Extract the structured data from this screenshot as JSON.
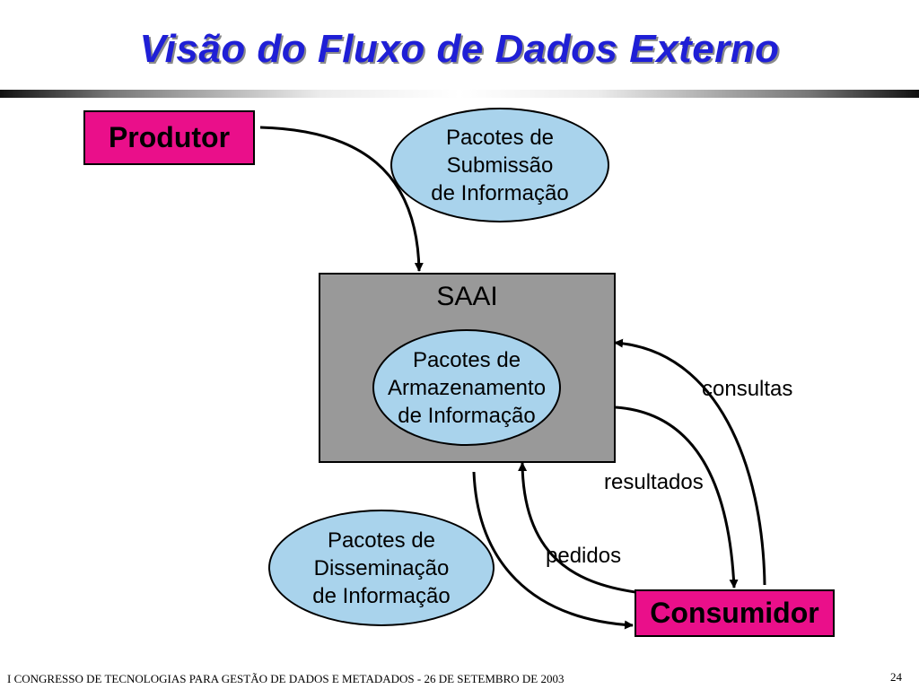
{
  "slide": {
    "title": "Visão do Fluxo de Dados Externo",
    "footer": "I CONGRESSO DE TECNOLOGIAS PARA GESTÃO DE DADOS E METADADOS - 26 DE SETEMBRO DE 2003",
    "page_number": "24"
  },
  "diagram": {
    "producer": "Produtor",
    "consumer": "Consumidor",
    "system": "SAAI",
    "submission_packages": [
      "Pacotes de",
      "Submissão",
      "de Informação"
    ],
    "storage_packages": [
      "Pacotes de",
      "Armazenamento",
      "de Informação"
    ],
    "dissemination_packages": [
      "Pacotes de",
      "Disseminação",
      "de Informação"
    ],
    "flows": {
      "queries": "consultas",
      "results": "resultados",
      "requests": "pedidos"
    }
  },
  "colors": {
    "title": "#1f1fd6",
    "actor_fill": "#ea0f8a",
    "ellipse_fill": "#a9d3ec",
    "system_fill": "#999999"
  }
}
